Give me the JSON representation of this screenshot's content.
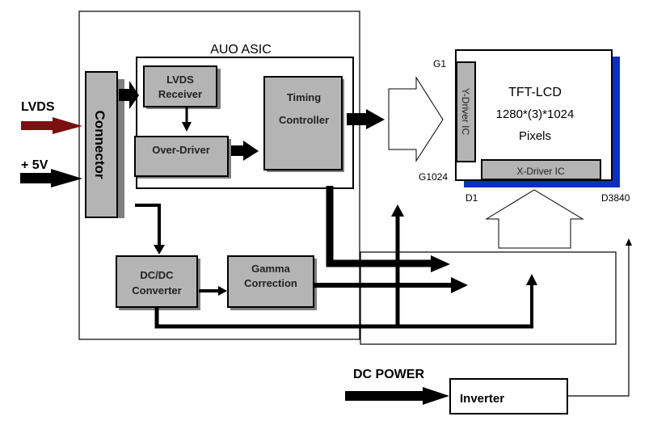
{
  "diagram": {
    "title": "TFT-LCD Module Block Diagram",
    "inputs": {
      "lvds": "LVDS",
      "power_5v": "+ 5V",
      "dc_power": "DC POWER"
    },
    "blocks": {
      "connector": "Connector",
      "asic_label": "AUO ASIC",
      "lvds_receiver": [
        "LVDS",
        "Receiver"
      ],
      "over_driver": "Over-Driver",
      "timing_controller": [
        "Timing",
        "Controller"
      ],
      "dcdc_converter": [
        "DC/DC",
        "Converter"
      ],
      "gamma_correction": [
        "Gamma",
        "Correction"
      ],
      "inverter": "Inverter"
    },
    "panel": {
      "title": "TFT-LCD",
      "resolution": "1280*(3)*1024",
      "unit": "Pixels",
      "y_driver": "Y-Driver IC",
      "x_driver": "X-Driver IC",
      "gate_first": "G1",
      "gate_last": "G1024",
      "data_first": "D1",
      "data_last": "D3840"
    },
    "colors": {
      "block_fill": "#b4b4b4",
      "block_shadow": "#7f7f7f",
      "lvds_arrow": "#7a1010",
      "panel_shadow": "#0a2fc2",
      "line": "#000000"
    }
  }
}
